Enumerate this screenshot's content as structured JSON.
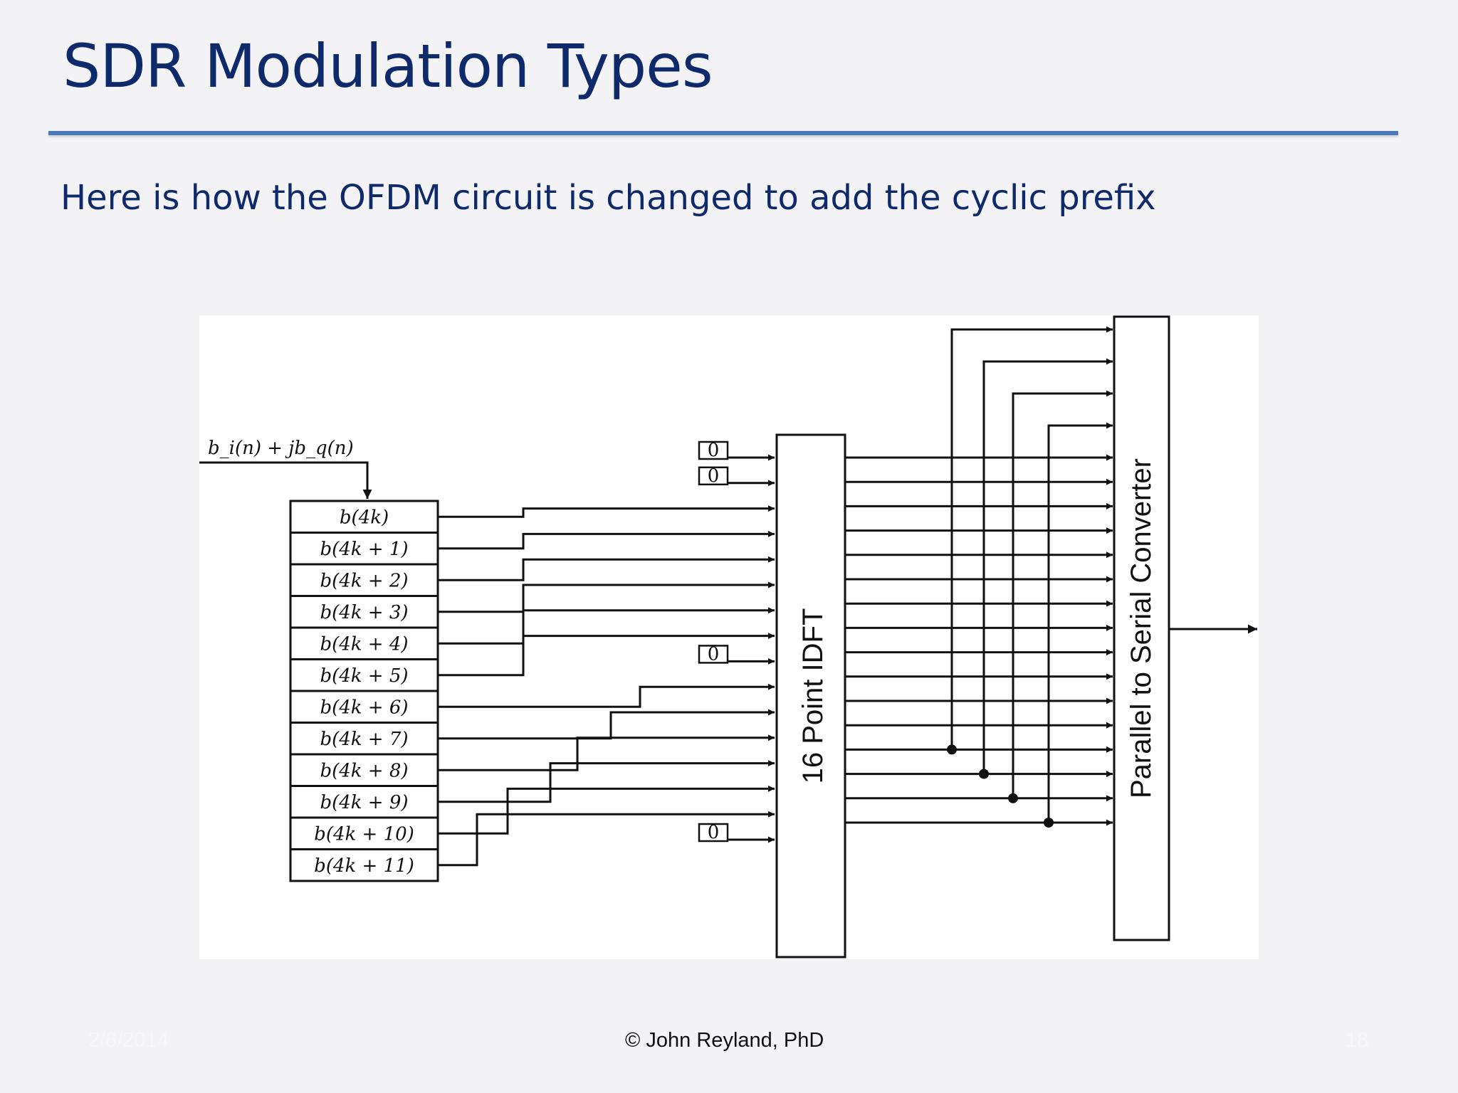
{
  "slide": {
    "title": "SDR Modulation Types",
    "subtitle": "Here is how the OFDM circuit is changed to add the cyclic prefix"
  },
  "diagram": {
    "input_label": "b_i(n) + jb_q(n)",
    "buffer_cells": [
      "b(4k)",
      "b(4k + 1)",
      "b(4k + 2)",
      "b(4k + 3)",
      "b(4k + 4)",
      "b(4k + 5)",
      "b(4k + 6)",
      "b(4k + 7)",
      "b(4k + 8)",
      "b(4k + 9)",
      "b(4k + 10)",
      "b(4k + 11)"
    ],
    "zero_label": "0",
    "idft_label": "16 Point IDFT",
    "converter_label": "Parallel to Serial Converter"
  },
  "footer": {
    "date": "2/6/2014",
    "copyright": "© John Reyland, PhD",
    "page": "18"
  }
}
